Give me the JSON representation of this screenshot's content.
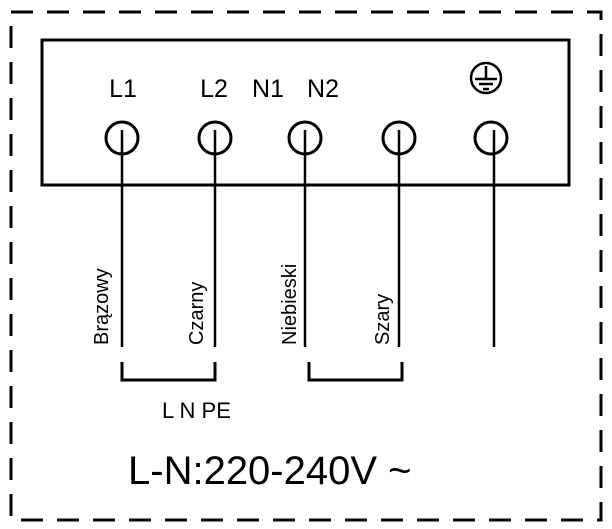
{
  "terminals": [
    {
      "label": "L1"
    },
    {
      "label": "L2"
    },
    {
      "label": "N1"
    },
    {
      "label": "N2"
    },
    {
      "label": ""
    }
  ],
  "earth_icon": "ground-symbol-icon",
  "wires": [
    {
      "label": "Brązowy"
    },
    {
      "label": "Czarny"
    },
    {
      "label": "Niebieski"
    },
    {
      "label": "Szary"
    }
  ],
  "group_label": "L N PE",
  "voltage_label": "L-N:220-240V ~",
  "colors": {
    "line": "#000000",
    "background": "#ffffff"
  }
}
